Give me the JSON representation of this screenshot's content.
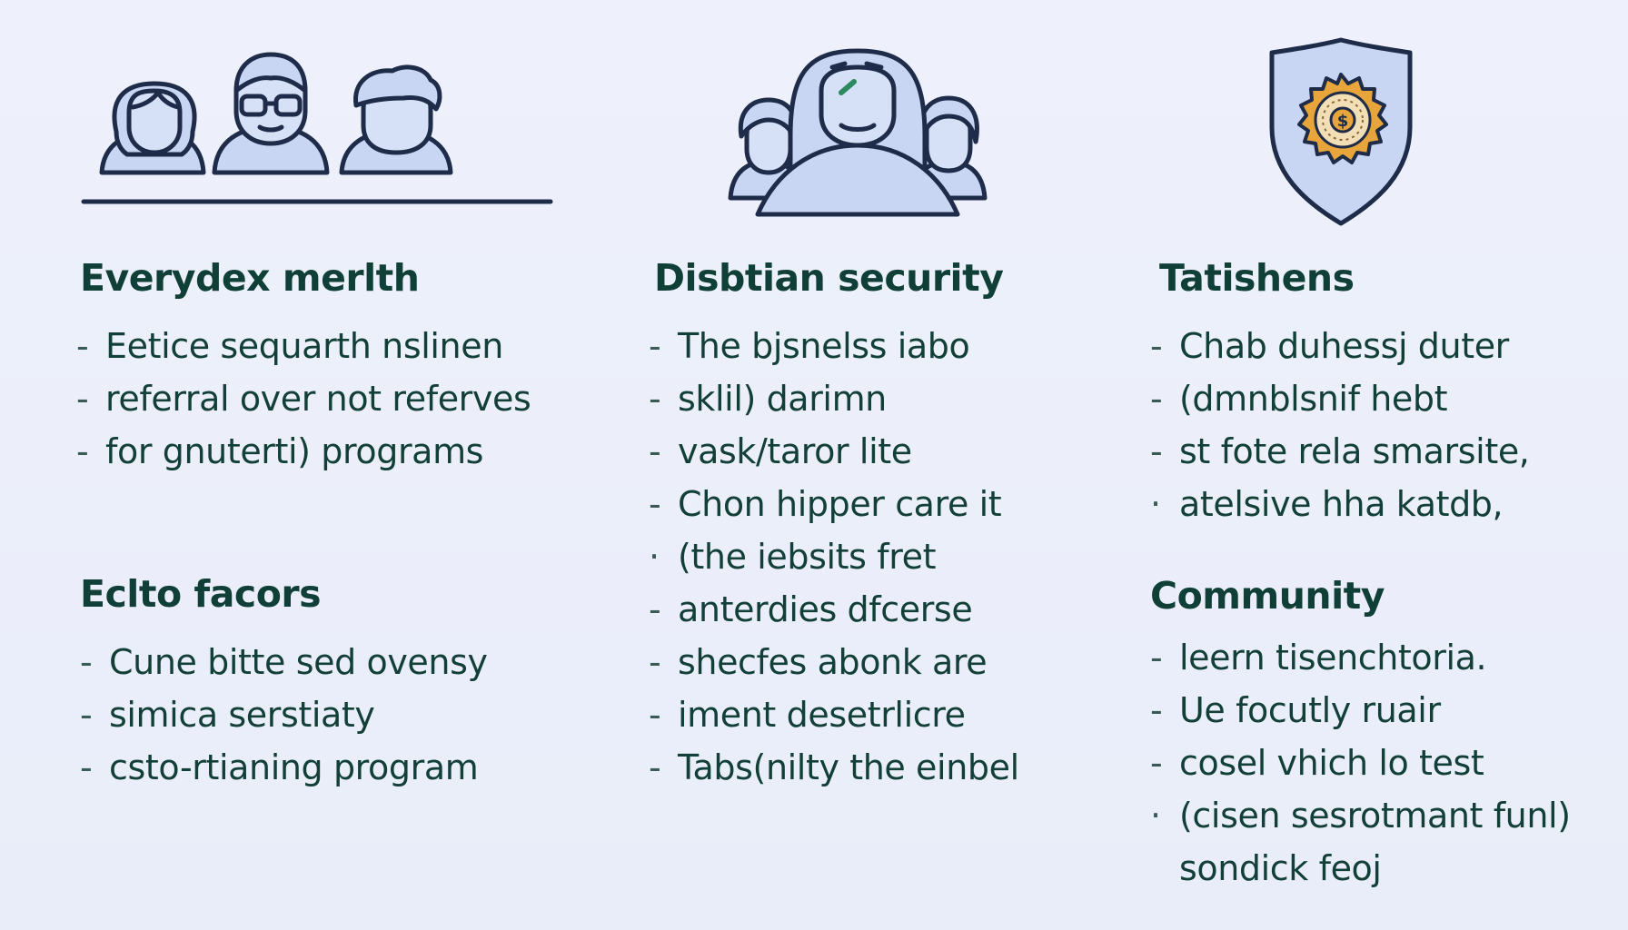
{
  "columns": [
    {
      "id": "col-1",
      "icon": "people-group-icon",
      "sections": [
        {
          "heading": "Everydex merlth",
          "items": [
            "Eetice sequarth nslinen",
            "referral over not referves",
            "for gnuterti) programs"
          ]
        },
        {
          "heading": "Eclto facors",
          "items": [
            "Cune bitte sed ovensy",
            "simica serstiaty",
            "csto-rtianing program"
          ]
        }
      ]
    },
    {
      "id": "col-2",
      "icon": "security-group-icon",
      "sections": [
        {
          "heading": "Disbtian security",
          "items": [
            "The bjsnelss iabo",
            "sklil) darimn",
            "vask/taror lite",
            "Chon hipper care it",
            "(the iebsits fret",
            "anterdies dfcerse",
            "shecfes abonk are",
            "iment desetrlicre",
            "Tabs(nilty the einbel"
          ]
        }
      ]
    },
    {
      "id": "col-3",
      "icon": "shield-badge-icon",
      "accent_colors": {
        "shield_fill": "#c9d6f3",
        "seal_outer": "#e7a53b",
        "seal_inner": "#f3dfb6"
      },
      "sections": [
        {
          "heading": "Tatishens",
          "items": [
            "Chab duhessj duter",
            "(dmnblsnif hebt",
            "st fote rela smarsite,",
            "atelsive hha katdb,"
          ]
        },
        {
          "heading": "Community",
          "items": [
            "leern tisenchtoria.",
            "Ue focutly ruair",
            "cosel vhich lo test",
            "(cisen sesrotmant funl)",
            "sondick feoj"
          ]
        }
      ]
    }
  ],
  "colors": {
    "background": "#eef1fb",
    "heading_text": "#0f3f36",
    "body_text": "#123f37",
    "icon_stroke": "#1e2c49",
    "icon_fill": "#c9d6f3"
  }
}
